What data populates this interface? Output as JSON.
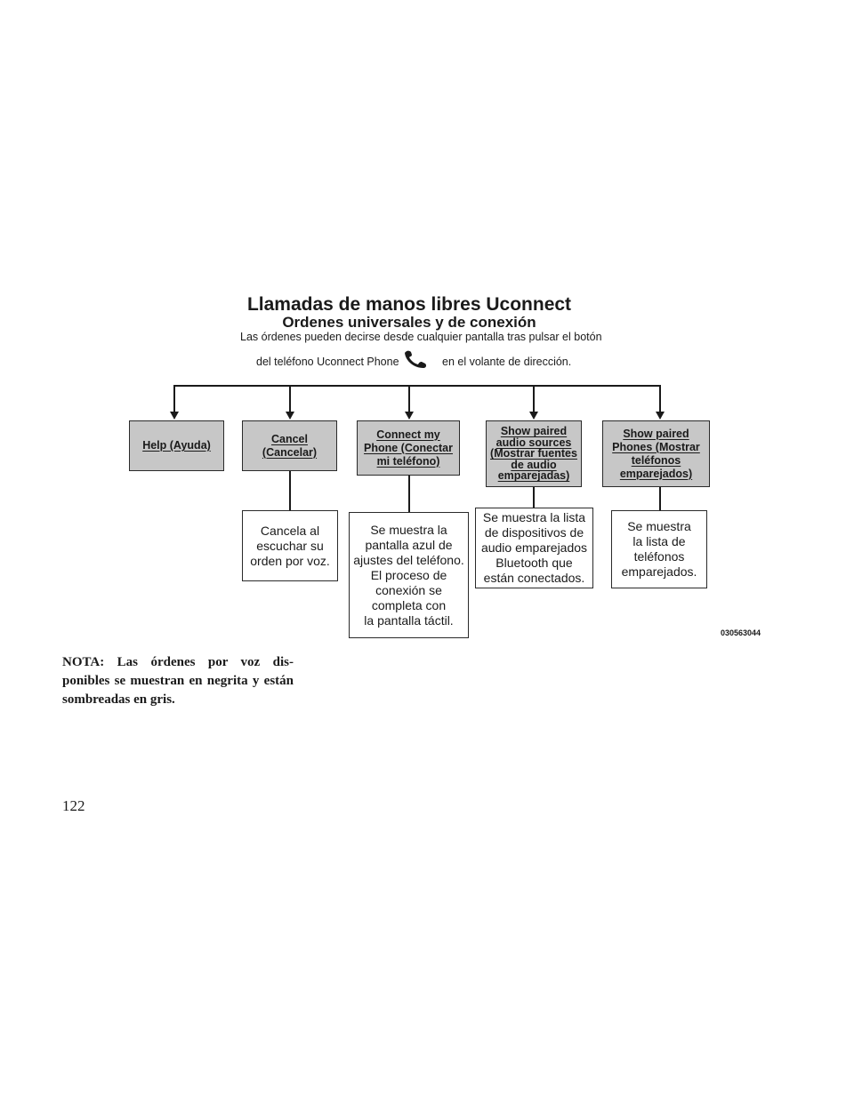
{
  "diagram": {
    "title": "Llamadas de manos libres Uconnect",
    "subtitle": "Ordenes universales y de conexión",
    "instruction_line1": "Las órdenes pueden decirse desde cualquier pantalla tras pulsar el botón",
    "instruction_line2_before": "del teléfono Uconnect Phone",
    "instruction_line2_after": "en el volante de dirección.",
    "phone_icon": "phone-handset-icon",
    "commands": [
      {
        "label": "Help (Ayuda)"
      },
      {
        "label": "Cancel\n(Cancelar)"
      },
      {
        "label": "Connect my\nPhone (Conectar\nmi teléfono)"
      },
      {
        "label": "Show paired\naudio sources\n(Mostrar fuentes\nde audio\nemparejadas)"
      },
      {
        "label": "Show paired\nPhones (Mostrar\nteléfonos\nemparejados)"
      }
    ],
    "results": [
      {
        "text": "Cancela al\nescuchar su\norden por voz."
      },
      {
        "text": "Se muestra la\npantalla azul de\najustes del teléfono.\nEl proceso de\nconexión se\ncompleta con\nla pantalla táctil."
      },
      {
        "text": "Se muestra la lista\nde dispositivos de\naudio emparejados\nBluetooth que\nestán conectados."
      },
      {
        "text": "Se muestra\nla lista de\nteléfonos\nemparejados."
      }
    ],
    "figure_ref": "030563044",
    "colors": {
      "command_fill": "#c7c7c7",
      "border": "#2a2a2a",
      "text": "#1a1a1a"
    }
  },
  "note": "NOTA:    Las órdenes por voz dis- ponibles se muestran en negrita y están sombreadas en gris.",
  "page_number": "122"
}
